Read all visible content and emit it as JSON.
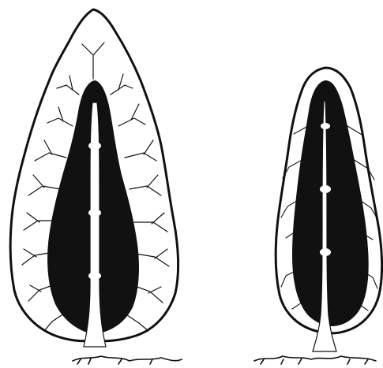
{
  "image": {
    "subject": "two tree crowns",
    "background_color": "#ffffff",
    "ink_color": "#111111",
    "crown_fill_color": "#ffffff"
  },
  "trees": [
    {
      "id": "left",
      "shape": "tall-pointed-crown",
      "dark_core": true,
      "branch_texture": "dense-branching"
    },
    {
      "id": "right",
      "shape": "short-rounded-crown",
      "dark_core": true,
      "branch_texture": "light-branching"
    }
  ]
}
